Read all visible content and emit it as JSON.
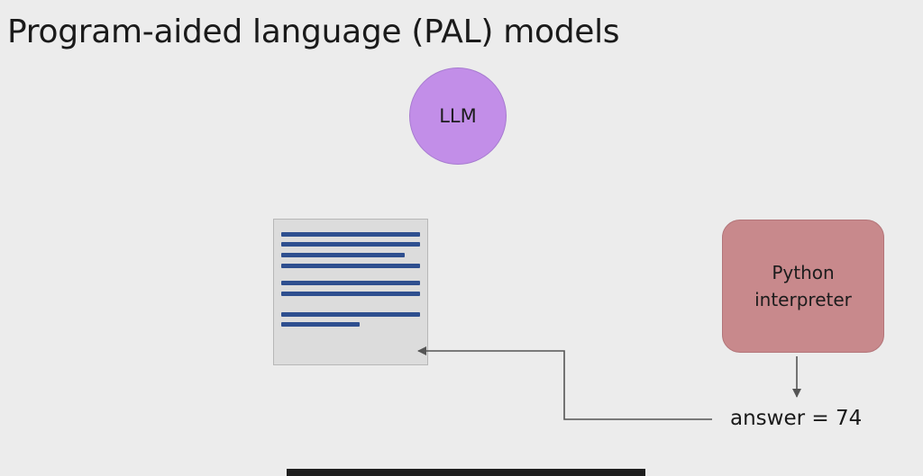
{
  "title": "Program-aided language (PAL) models",
  "llm": {
    "label": "LLM"
  },
  "python": {
    "line1": "Python",
    "line2": "interpreter"
  },
  "answer": {
    "text": "answer = 74"
  },
  "colors": {
    "llm_fill": "#c28ee8",
    "python_fill": "#c8898c",
    "document_fill": "#dcdcdc",
    "document_text_lines": "#2e4f8f",
    "arrow": "#555555",
    "background": "#ececec"
  }
}
